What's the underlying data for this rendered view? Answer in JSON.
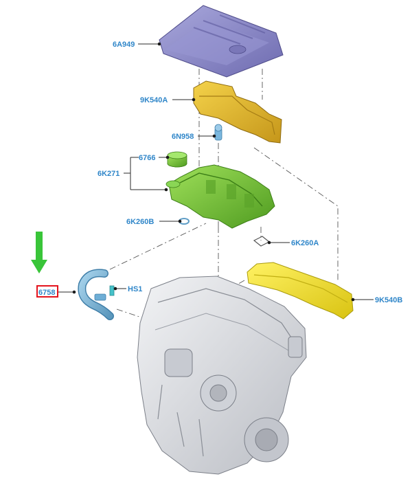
{
  "parts": {
    "p6A949": "6A949",
    "p9K540A": "9K540A",
    "p6N958": "6N958",
    "p6766": "6766",
    "p6K271": "6K271",
    "p6K260B": "6K260B",
    "p6K260A": "6K260A",
    "p6758": "6758",
    "pHS1": "HS1",
    "p9K540B": "9K540B"
  },
  "highlight": {
    "part": "6758",
    "box_color": "#e4131d",
    "arrow_color": "#39c539"
  },
  "colors": {
    "label": "#2f86c9",
    "engine_cover": "#8d8bc9",
    "upper_intake": "#e3b92a",
    "lower_intake": "#6fc434",
    "exhaust_shield": "#f0e038",
    "hose": "#7fb6d6",
    "engine": "#d9dbe0"
  }
}
